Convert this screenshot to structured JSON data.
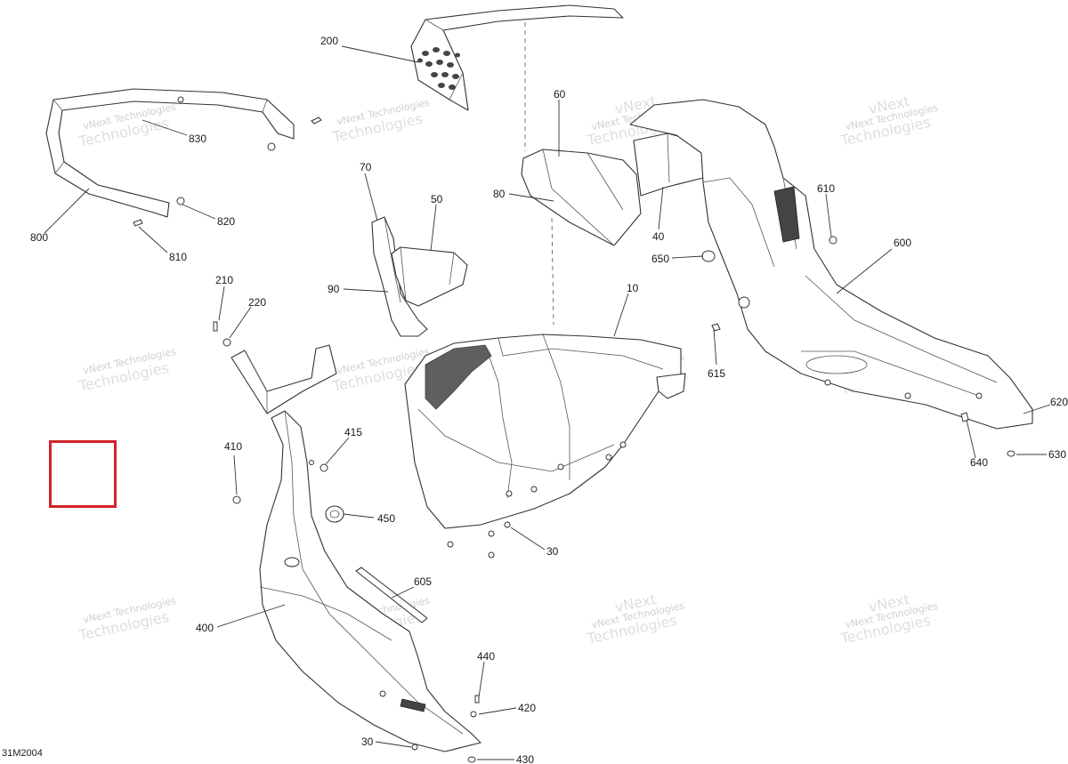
{
  "diagram": {
    "illustration_code": "31M2004",
    "watermark": {
      "line1": "vNext Technologies",
      "line2": "vNext",
      "line3": "Technologies"
    },
    "callouts": [
      {
        "id": "c200",
        "label": "200"
      },
      {
        "id": "c60",
        "label": "60"
      },
      {
        "id": "c830",
        "label": "830"
      },
      {
        "id": "c800",
        "label": "800"
      },
      {
        "id": "c820",
        "label": "820"
      },
      {
        "id": "c810",
        "label": "810"
      },
      {
        "id": "c70",
        "label": "70"
      },
      {
        "id": "c50",
        "label": "50"
      },
      {
        "id": "c80",
        "label": "80"
      },
      {
        "id": "c40",
        "label": "40"
      },
      {
        "id": "c610",
        "label": "610"
      },
      {
        "id": "c650",
        "label": "650"
      },
      {
        "id": "c600",
        "label": "600"
      },
      {
        "id": "c90",
        "label": "90"
      },
      {
        "id": "c10",
        "label": "10"
      },
      {
        "id": "c210",
        "label": "210"
      },
      {
        "id": "c220",
        "label": "220"
      },
      {
        "id": "c615",
        "label": "615"
      },
      {
        "id": "c620",
        "label": "620"
      },
      {
        "id": "c410",
        "label": "410"
      },
      {
        "id": "c415",
        "label": "415"
      },
      {
        "id": "c640",
        "label": "640"
      },
      {
        "id": "c630",
        "label": "630"
      },
      {
        "id": "c450",
        "label": "450"
      },
      {
        "id": "c30a",
        "label": "30"
      },
      {
        "id": "c605",
        "label": "605"
      },
      {
        "id": "c400",
        "label": "400"
      },
      {
        "id": "c440",
        "label": "440"
      },
      {
        "id": "c420",
        "label": "420"
      },
      {
        "id": "c30b",
        "label": "30"
      },
      {
        "id": "c430",
        "label": "430"
      }
    ]
  }
}
